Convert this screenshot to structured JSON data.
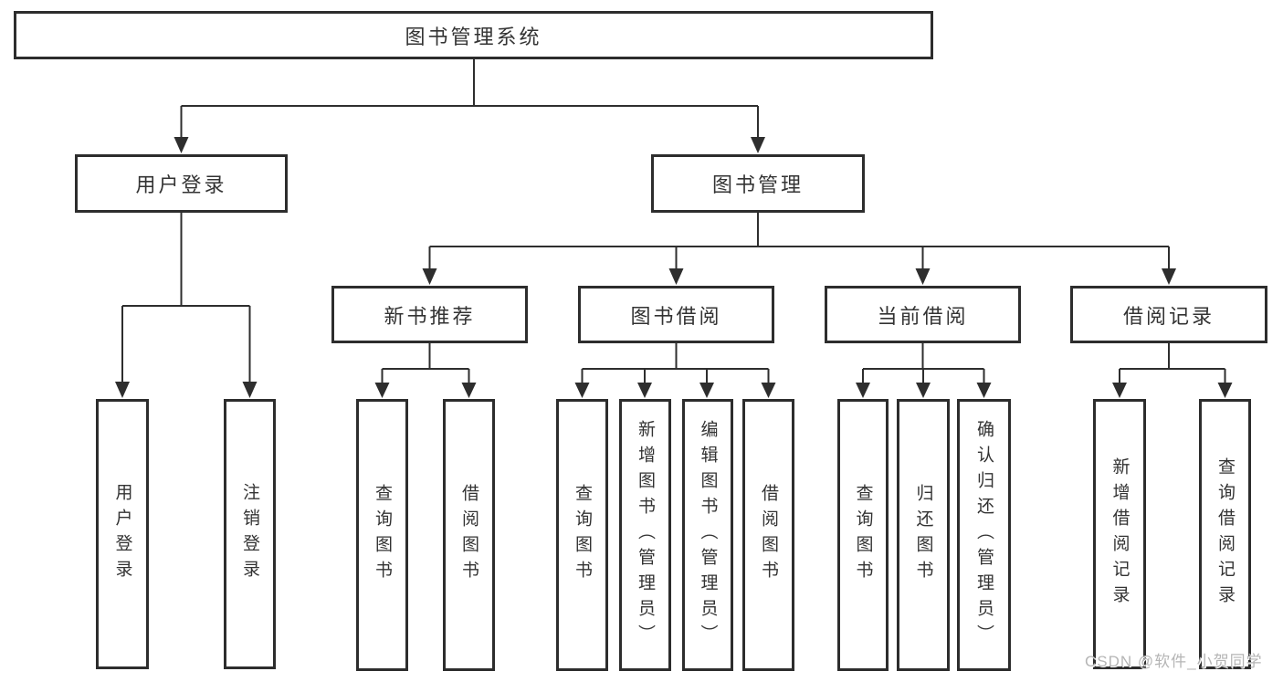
{
  "diagram_type": "hierarchy-tree",
  "watermark": "CSDN @软件_小贺同学",
  "colors": {
    "line": "#2e2e2e",
    "box_border": "#2d2d2d",
    "text": "#333333",
    "watermark": "#b5b5b5",
    "background": "#ffffff"
  },
  "tree": {
    "label": "图书管理系统",
    "children": [
      {
        "label": "用户登录",
        "children": [
          {
            "label": "用户登录"
          },
          {
            "label": "注销登录"
          }
        ]
      },
      {
        "label": "图书管理",
        "children": [
          {
            "label": "新书推荐",
            "children": [
              {
                "label": "查询图书"
              },
              {
                "label": "借阅图书"
              }
            ]
          },
          {
            "label": "图书借阅",
            "children": [
              {
                "label": "查询图书"
              },
              {
                "label": "新增图书（管理员）"
              },
              {
                "label": "编辑图书（管理员）"
              },
              {
                "label": "借阅图书"
              }
            ]
          },
          {
            "label": "当前借阅",
            "children": [
              {
                "label": "查询图书"
              },
              {
                "label": "归还图书"
              },
              {
                "label": "确认归还（管理员）"
              }
            ]
          },
          {
            "label": "借阅记录",
            "children": [
              {
                "label": "新增借阅记录"
              },
              {
                "label": "查询借阅记录"
              }
            ]
          }
        ]
      }
    ]
  }
}
